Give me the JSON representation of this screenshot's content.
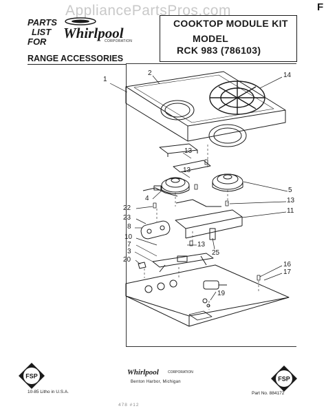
{
  "watermark": "AppliancePartsPros.com",
  "corner_mark": "F",
  "parts_label": [
    "PARTS",
    "LIST",
    "FOR"
  ],
  "brand": "Whirlpool",
  "brand_sub": "CORPORATION",
  "title": {
    "line1": "COOKTOP MODULE KIT",
    "line2": "MODEL",
    "line3": "RCK 983 (786103)"
  },
  "section_title": "RANGE ACCESSORIES",
  "callouts": [
    "1",
    "2",
    "14",
    "13",
    "13",
    "4",
    "5",
    "22",
    "13",
    "23",
    "11",
    "8",
    "10",
    "13",
    "7",
    "25",
    "3",
    "20",
    "16",
    "17",
    "19"
  ],
  "footer": {
    "brand": "Whirlpool",
    "brand_sub": "CORPORATION",
    "city": "Benton Harbor, Michigan",
    "date": "10-85  Litho in U.S.A.",
    "part_no": "Part No. 884172",
    "code": "478  #12"
  },
  "seal_text": "FSP"
}
